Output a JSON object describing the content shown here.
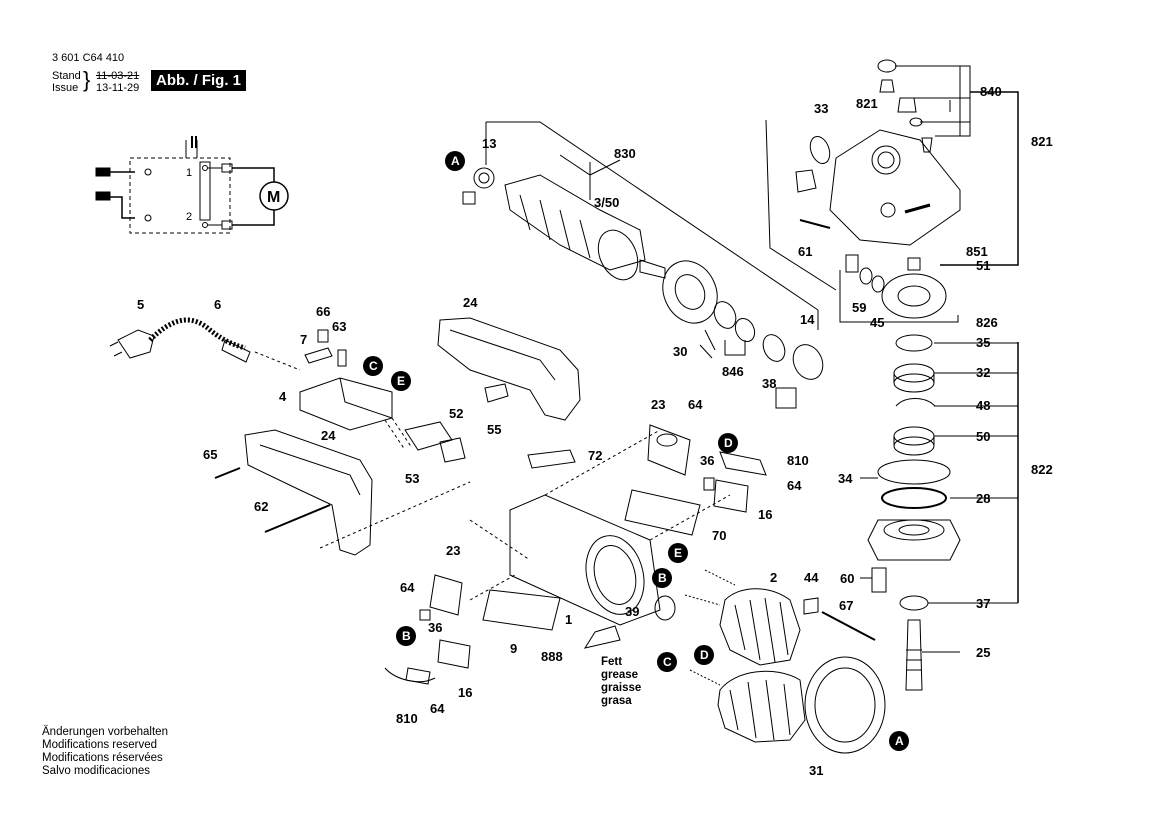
{
  "header": {
    "doc_number": "3 601 C64 410",
    "stand_label": "Stand",
    "issue_label": "Issue",
    "stand_date": "11-03-21",
    "issue_date": "13-11-29",
    "figure_label": "Abb. / Fig. 1"
  },
  "notes": [
    "Änderungen vorbehalten",
    "Modifications reserved",
    "Modifications réservées",
    "Salvo modificaciones"
  ],
  "grease_note": [
    "Fett",
    "grease",
    "graisse",
    "grasa"
  ],
  "motor_symbol": "M",
  "circuit_labels": [
    "1",
    "2"
  ],
  "part_labels": [
    {
      "id": "p13",
      "text": "13"
    },
    {
      "id": "p830",
      "text": "830"
    },
    {
      "id": "p3_50",
      "text": "3/50"
    },
    {
      "id": "p14",
      "text": "14"
    },
    {
      "id": "p30",
      "text": "30"
    },
    {
      "id": "p846",
      "text": "846"
    },
    {
      "id": "p38",
      "text": "38"
    },
    {
      "id": "p33",
      "text": "33"
    },
    {
      "id": "p821a",
      "text": "821"
    },
    {
      "id": "p840",
      "text": "840"
    },
    {
      "id": "p821b",
      "text": "821"
    },
    {
      "id": "p61",
      "text": "61"
    },
    {
      "id": "p851",
      "text": "851"
    },
    {
      "id": "p51",
      "text": "51"
    },
    {
      "id": "p59",
      "text": "59"
    },
    {
      "id": "p45",
      "text": "45"
    },
    {
      "id": "p826",
      "text": "826"
    },
    {
      "id": "p35",
      "text": "35"
    },
    {
      "id": "p32",
      "text": "32"
    },
    {
      "id": "p48",
      "text": "48"
    },
    {
      "id": "p50",
      "text": "50"
    },
    {
      "id": "p822",
      "text": "822"
    },
    {
      "id": "p34",
      "text": "34"
    },
    {
      "id": "p28",
      "text": "28"
    },
    {
      "id": "p60",
      "text": "60"
    },
    {
      "id": "p37",
      "text": "37"
    },
    {
      "id": "p25",
      "text": "25"
    },
    {
      "id": "p5",
      "text": "5"
    },
    {
      "id": "p6",
      "text": "6"
    },
    {
      "id": "p66",
      "text": "66"
    },
    {
      "id": "p63",
      "text": "63"
    },
    {
      "id": "p7",
      "text": "7"
    },
    {
      "id": "p4",
      "text": "4"
    },
    {
      "id": "p24a",
      "text": "24"
    },
    {
      "id": "p52",
      "text": "52"
    },
    {
      "id": "p55",
      "text": "55"
    },
    {
      "id": "p53",
      "text": "53"
    },
    {
      "id": "p24b",
      "text": "24"
    },
    {
      "id": "p65",
      "text": "65"
    },
    {
      "id": "p62",
      "text": "62"
    },
    {
      "id": "p23a",
      "text": "23"
    },
    {
      "id": "p64a",
      "text": "64"
    },
    {
      "id": "p72",
      "text": "72"
    },
    {
      "id": "p36a",
      "text": "36"
    },
    {
      "id": "p810a",
      "text": "810"
    },
    {
      "id": "p64b",
      "text": "64"
    },
    {
      "id": "p16a",
      "text": "16"
    },
    {
      "id": "p70",
      "text": "70"
    },
    {
      "id": "p2",
      "text": "2"
    },
    {
      "id": "p44",
      "text": "44"
    },
    {
      "id": "p67",
      "text": "67"
    },
    {
      "id": "p23b",
      "text": "23"
    },
    {
      "id": "p64c",
      "text": "64"
    },
    {
      "id": "p39",
      "text": "39"
    },
    {
      "id": "p1",
      "text": "1"
    },
    {
      "id": "p9",
      "text": "9"
    },
    {
      "id": "p888",
      "text": "888"
    },
    {
      "id": "p36b",
      "text": "36"
    },
    {
      "id": "p16b",
      "text": "16"
    },
    {
      "id": "p810b",
      "text": "810"
    },
    {
      "id": "p64d",
      "text": "64"
    },
    {
      "id": "p31",
      "text": "31"
    }
  ],
  "reference_markers": [
    {
      "id": "mA1",
      "text": "A"
    },
    {
      "id": "mA2",
      "text": "A"
    },
    {
      "id": "mB1",
      "text": "B"
    },
    {
      "id": "mB2",
      "text": "B"
    },
    {
      "id": "mC1",
      "text": "C"
    },
    {
      "id": "mC2",
      "text": "C"
    },
    {
      "id": "mD1",
      "text": "D"
    },
    {
      "id": "mD2",
      "text": "D"
    },
    {
      "id": "mE1",
      "text": "E"
    },
    {
      "id": "mE2",
      "text": "E"
    }
  ]
}
